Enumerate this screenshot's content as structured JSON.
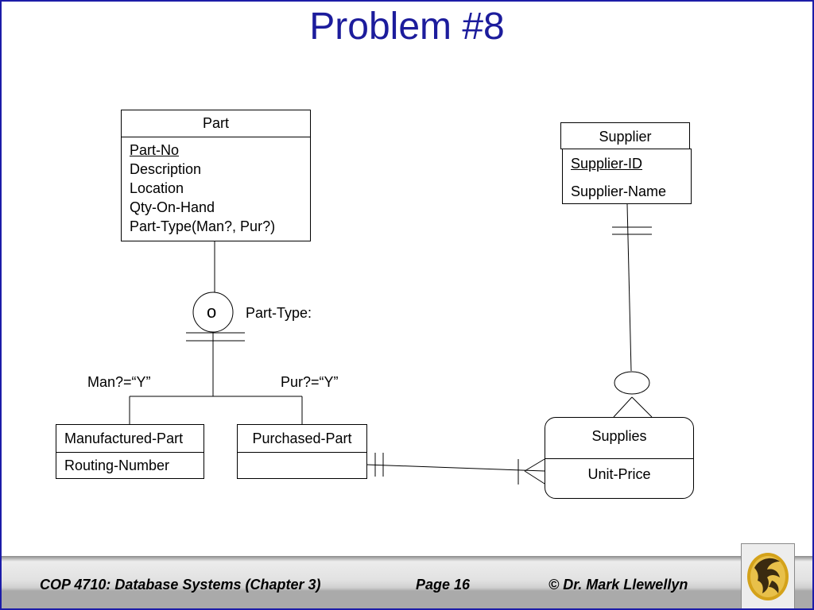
{
  "title": "Problem #8",
  "entities": {
    "part": {
      "name": "Part",
      "attributes": [
        "Part-No",
        "Description",
        "Location",
        "Qty-On-Hand",
        "Part-Type(Man?, Pur?)"
      ]
    },
    "supplier": {
      "name": "Supplier",
      "attributes": [
        "Supplier-ID",
        "Supplier-Name"
      ]
    },
    "manufactured_part": {
      "name": "Manufactured-Part",
      "attributes": [
        "Routing-Number"
      ]
    },
    "purchased_part": {
      "name": "Purchased-Part",
      "attributes": []
    },
    "supplies": {
      "name": "Supplies",
      "attributes": [
        "Unit-Price"
      ]
    }
  },
  "specialization": {
    "symbol": "o",
    "discriminator_label": "Part-Type:",
    "left_condition": "Man?=“Y”",
    "right_condition": "Pur?=“Y”"
  },
  "footer": {
    "course": "COP 4710: Database Systems  (Chapter 3)",
    "page": "Page 16",
    "author": "© Dr. Mark Llewellyn"
  },
  "colors": {
    "title": "#1c1c9c",
    "border": "#1c1ca8",
    "logo_gold": "#d4a21a"
  }
}
